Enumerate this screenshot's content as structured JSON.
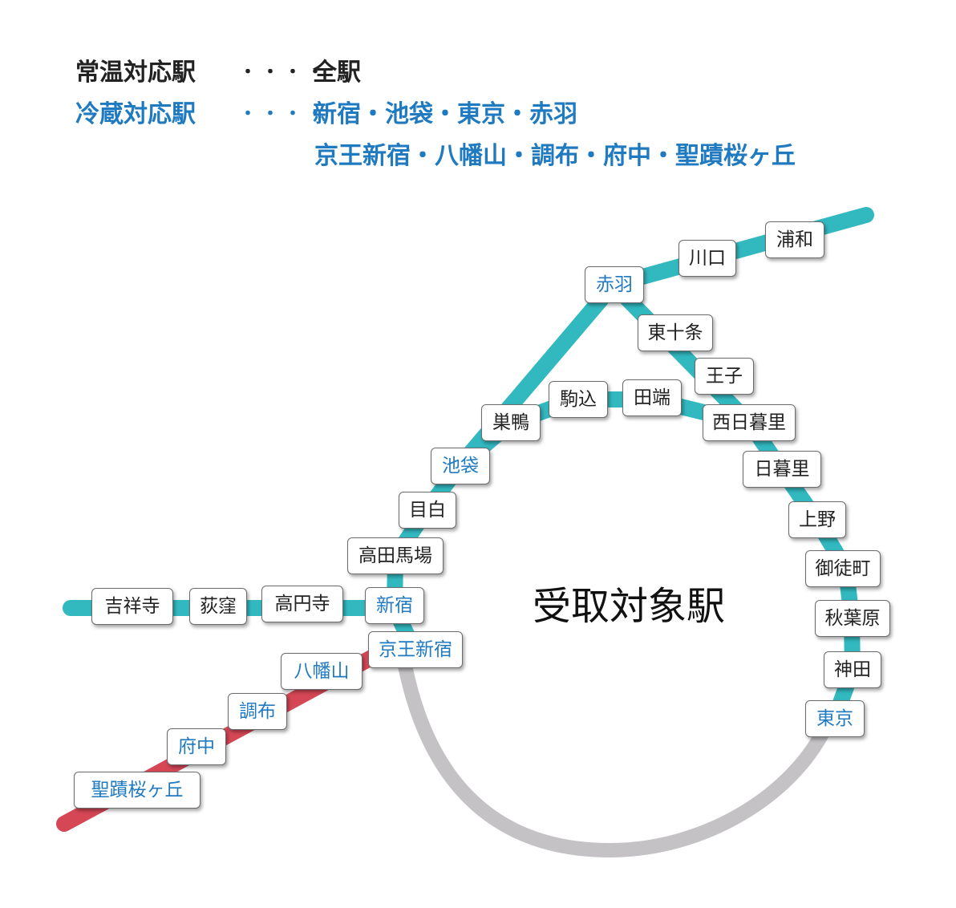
{
  "legend": {
    "room_temp": {
      "label": "常温対応駅",
      "dots": "・・・・",
      "value": "全駅"
    },
    "refrigerated": {
      "label": "冷蔵対応駅",
      "dots": "・・・・",
      "line1": "新宿・池袋・東京・赤羽",
      "line2": "京王新宿・八幡山・調布・府中・聖蹟桜ヶ丘"
    }
  },
  "colors": {
    "jr_line": "#31b9bf",
    "keio_line": "#d64756",
    "other_line": "#c4c2c5",
    "refrigerated_text": "#1f7ac0",
    "normal_text": "#222222"
  },
  "stations": {
    "urawa": "浦和",
    "kawaguchi": "川口",
    "akabane": "赤羽",
    "higashi_jujo": "東十条",
    "oji": "王子",
    "sugamo": "巣鴨",
    "komagome": "駒込",
    "tabata": "田端",
    "nishi_nippori": "西日暮里",
    "ikebukuro": "池袋",
    "nippori": "日暮里",
    "mejiro": "目白",
    "ueno": "上野",
    "takadanobaba": "高田馬場",
    "okachimachi": "御徒町",
    "kichijoji": "吉祥寺",
    "ogikubo": "荻窪",
    "koenji": "高円寺",
    "shinjuku": "新宿",
    "akihabara": "秋葉原",
    "keio_shinjuku": "京王新宿",
    "kanda": "神田",
    "hachimanyama": "八幡山",
    "tokyo": "東京",
    "chofu": "調布",
    "fuchu": "府中",
    "seiseki_sakuragaoka": "聖蹟桜ヶ丘"
  },
  "center_label": "受取対象駅"
}
